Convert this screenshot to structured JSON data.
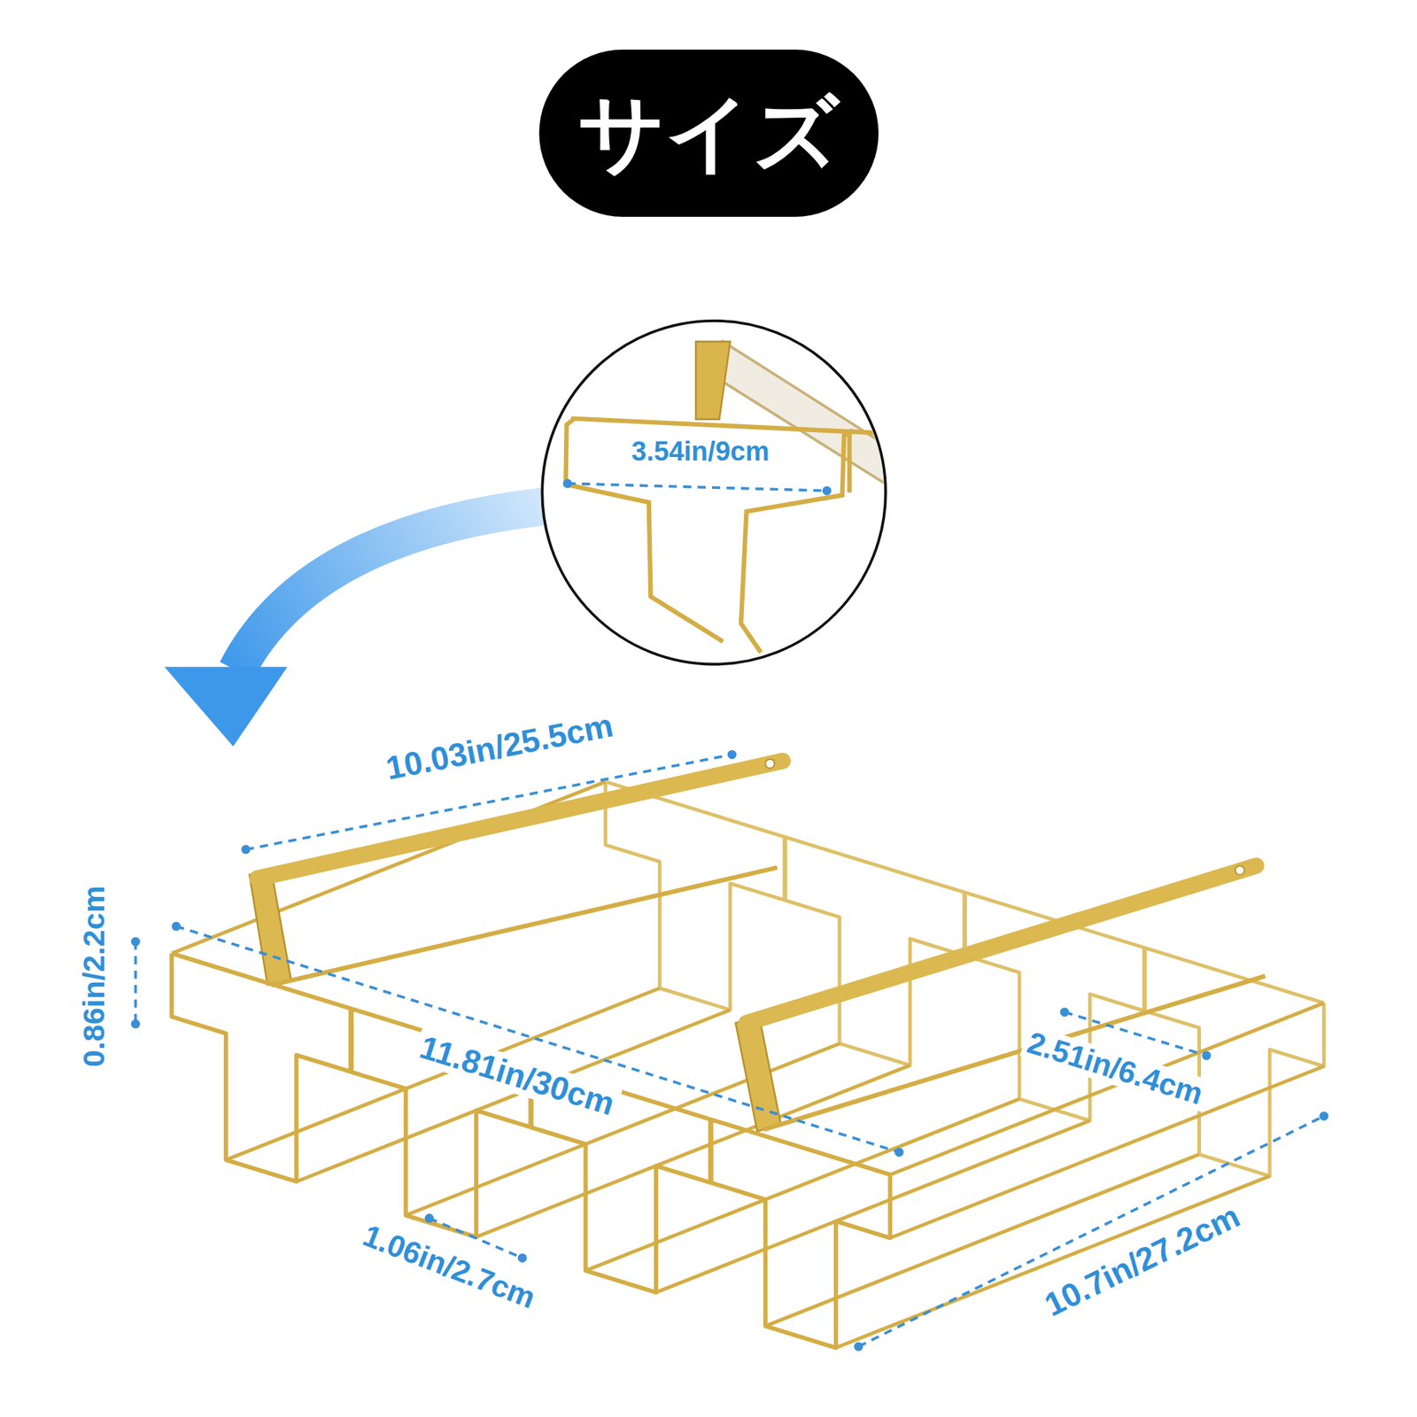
{
  "diagram": {
    "title": "サイズ",
    "labels": [
      "3.54in/9cm",
      "10.03in/25.5cm",
      "0.86in/2.2cm",
      "11.81in/30cm",
      "2.51in/6.4cm",
      "1.06in/2.7cm",
      "10.7in/27.2cm"
    ]
  }
}
